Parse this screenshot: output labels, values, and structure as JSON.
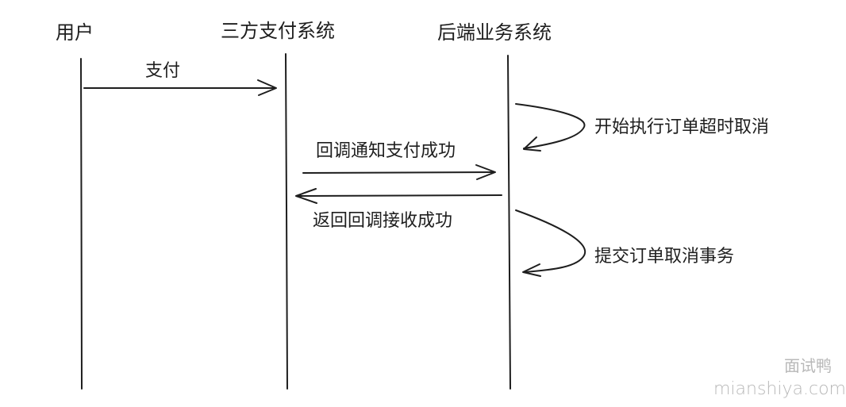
{
  "participants": [
    "用户",
    "三方支付系统",
    "后端业务系统"
  ],
  "messages": [
    {
      "label": "支付"
    },
    {
      "label": "回调通知支付成功"
    },
    {
      "label": "返回回调接收成功"
    }
  ],
  "self_notes": [
    {
      "label": "开始执行订单超时取消"
    },
    {
      "label": "提交订单取消事务"
    }
  ],
  "watermark": {
    "cn": "面试鸭",
    "url": "mianshiya.com"
  }
}
